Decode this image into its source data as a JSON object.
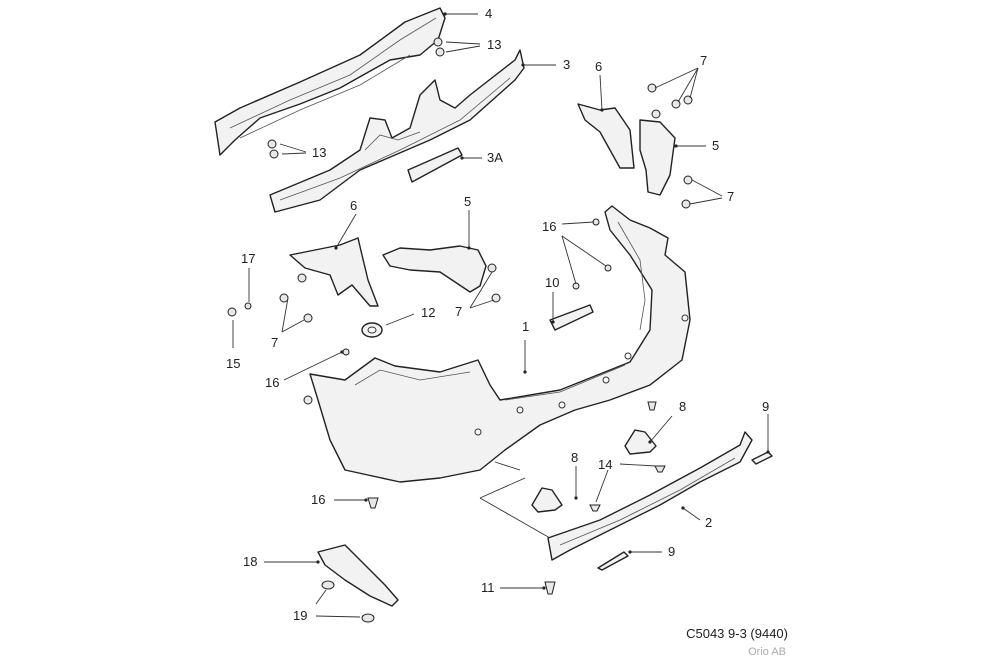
{
  "callouts": {
    "c4": "4",
    "c13a": "13",
    "c3": "3",
    "c13b": "13",
    "c3a": "3A",
    "c6a": "6",
    "c7a": "7",
    "c5a": "5",
    "c7b": "7",
    "c6b": "6",
    "c5b": "5",
    "c16a": "16",
    "c17": "17",
    "c10": "10",
    "c15": "15",
    "c7c": "7",
    "c7d": "7",
    "c12": "12",
    "c1": "1",
    "c16b": "16",
    "c8a": "8",
    "c9a": "9",
    "c14": "14",
    "c8b": "8",
    "c16c": "16",
    "c2": "2",
    "c9b": "9",
    "c18": "18",
    "c11": "11",
    "c19": "19"
  },
  "footer": {
    "code": "C5043 9-3 (9440)",
    "brand": "Orio AB"
  }
}
